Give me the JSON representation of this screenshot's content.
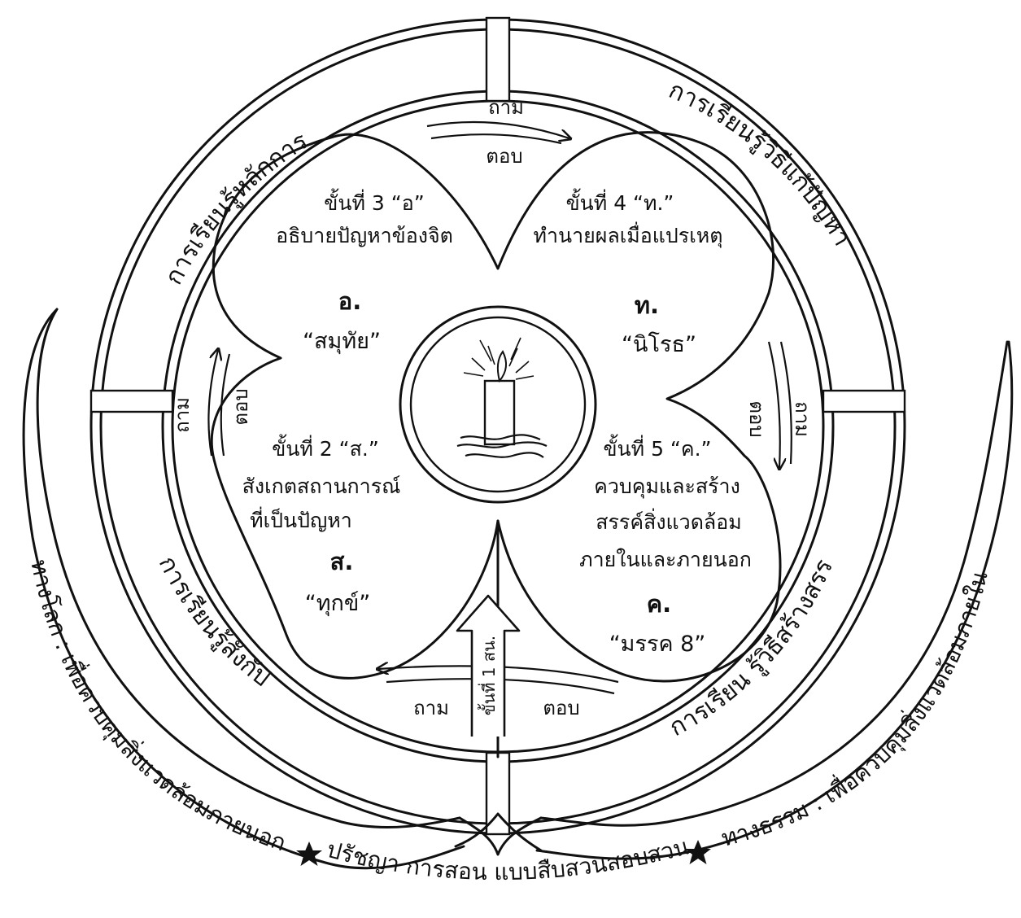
{
  "center_icon": "candle-icon",
  "outer_ring": {
    "top_left": "การเรียนรู้หลักการ",
    "top_right": "การเรียนรู้วิธีแก้ปัญหา",
    "bottom_left": "การเรียนรู้สังกัป",
    "bottom_right": "การเรียน รู้วิธีสร้างสรรค์"
  },
  "petals": {
    "top_left": {
      "step": "ขั้นที่ 3 “อ”",
      "lines": [
        "อธิบายปัญหาข้องจิต"
      ],
      "letter": "อ.",
      "name": "“สมุทัย”"
    },
    "top_right": {
      "step": "ขั้นที่ 4 “ท.”",
      "lines": [
        "ทำนายผลเมื่อแปรเหตุ"
      ],
      "letter": "ท.",
      "name": "“นิโรธ”"
    },
    "bottom_left": {
      "step": "ขั้นที่ 2 “ส.”",
      "lines": [
        "สังเกตสถานการณ์",
        "ที่เป็นปัญหา"
      ],
      "letter": "ส.",
      "name": "“ทุกข์”"
    },
    "bottom_right": {
      "step": "ขั้นที่ 5 “ค.”",
      "lines": [
        "ควบคุมและสร้าง",
        "สรรค์สิ่งแวดล้อม",
        "ภายในและภายนอก"
      ],
      "letter": "ค.",
      "name": "“มรรค 8”"
    }
  },
  "arrows": {
    "top": {
      "ask": "ถาม",
      "answer": "ตอบ"
    },
    "left": {
      "ask": "ถาม",
      "answer": "ตอบ"
    },
    "right": {
      "ask": "ถาม",
      "answer": "ตอบ"
    },
    "bottom": {
      "ask": "ถาม",
      "answer": "ตอบ"
    },
    "entry": "ขั้นที่ 1 สน."
  },
  "bottom_band": {
    "left": "ทางโลก : เพื่อควบคุมสิ่งแวดล้อมภายนอก",
    "right": "ทางธรรม : เพื่อควบคุมสิ่งแวดล้อมภายใน",
    "motto": "ปรัชญา การสอน แบบสืบสวนสอบสวน",
    "star_left": "star-icon",
    "star_right": "star-icon"
  }
}
